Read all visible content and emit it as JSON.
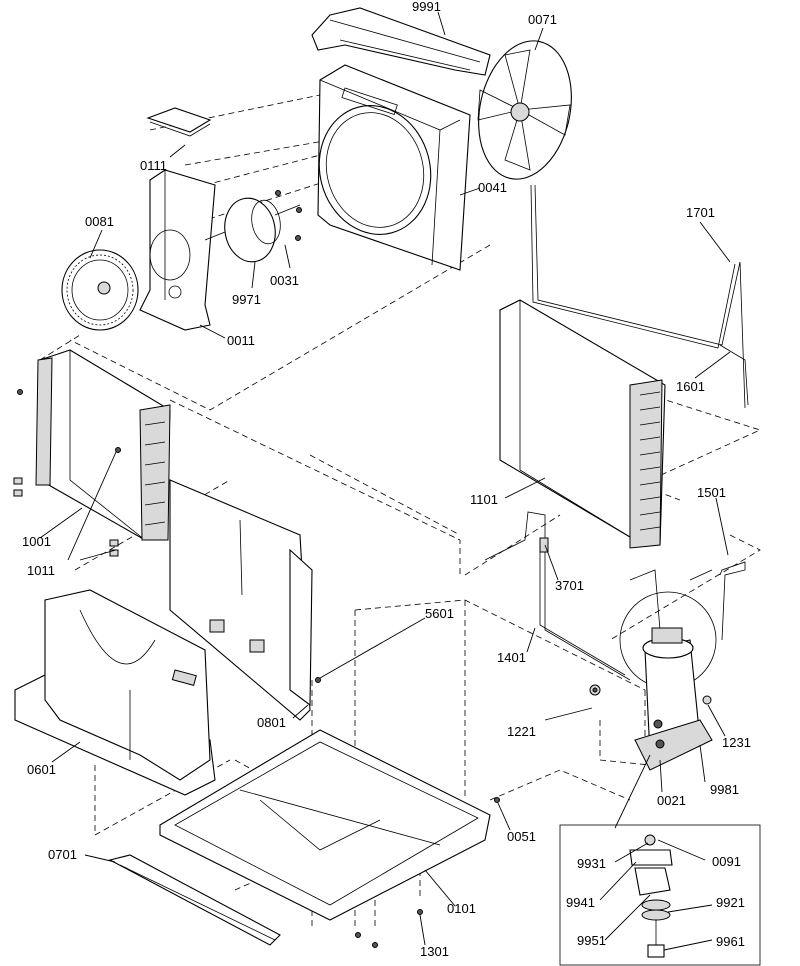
{
  "labels": {
    "l9991": "9991",
    "l0071": "0071",
    "l0111": "0111",
    "l0041": "0041",
    "l0081": "0081",
    "l0031": "0031",
    "l9971": "9971",
    "l0011": "0011",
    "l1701": "1701",
    "l1601": "1601",
    "l1101": "1101",
    "l1501": "1501",
    "l1001": "1001",
    "l1011": "1011",
    "l3701": "3701",
    "l5601": "5601",
    "l1401": "1401",
    "l1221": "1221",
    "l1231": "1231",
    "l0601": "0601",
    "l0801": "0801",
    "l9981": "9981",
    "l0021": "0021",
    "l0051": "0051",
    "l0701": "0701",
    "l9931": "9931",
    "l0091": "0091",
    "l9941": "9941",
    "l9921": "9921",
    "l0101": "0101",
    "l9951": "9951",
    "l9961": "9961",
    "l1301": "1301"
  }
}
